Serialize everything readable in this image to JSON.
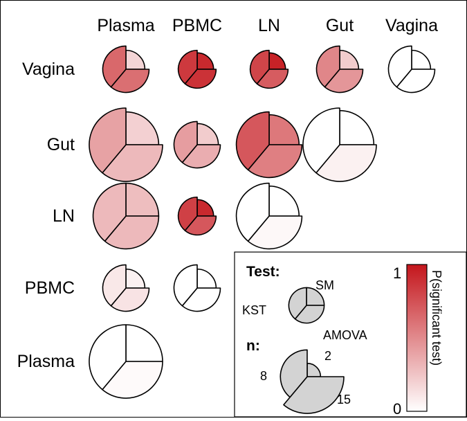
{
  "chart_data": {
    "type": "glyph-matrix",
    "title": "",
    "column_labels": [
      "Plasma",
      "PBMC",
      "LN",
      "Gut",
      "Vagina"
    ],
    "row_labels": [
      "Vagina",
      "Gut",
      "LN",
      "PBMC",
      "Plasma"
    ],
    "segments": [
      "SM",
      "AMOVA",
      "KST"
    ],
    "cells": [
      {
        "row": "Vagina",
        "col": "Plasma",
        "n": [
          4,
          6,
          6
        ],
        "p": [
          0.18,
          0.62,
          0.65
        ]
      },
      {
        "row": "Vagina",
        "col": "PBMC",
        "n": [
          3,
          4,
          4
        ],
        "p": [
          0.92,
          0.88,
          0.85
        ]
      },
      {
        "row": "Vagina",
        "col": "LN",
        "n": [
          3,
          4,
          4
        ],
        "p": [
          0.95,
          0.7,
          0.8
        ]
      },
      {
        "row": "Vagina",
        "col": "Gut",
        "n": [
          4,
          6,
          6
        ],
        "p": [
          0.22,
          0.45,
          0.52
        ]
      },
      {
        "row": "Vagina",
        "col": "Vagina",
        "n": [
          4,
          6,
          6
        ],
        "p": [
          0.0,
          0.0,
          0.0
        ]
      },
      {
        "row": "Gut",
        "col": "Plasma",
        "n": [
          12,
          15,
          15
        ],
        "p": [
          0.2,
          0.3,
          0.4
        ]
      },
      {
        "row": "Gut",
        "col": "PBMC",
        "n": [
          5,
          6,
          6
        ],
        "p": [
          0.22,
          0.35,
          0.42
        ]
      },
      {
        "row": "Gut",
        "col": "LN",
        "n": [
          10,
          12,
          12
        ],
        "p": [
          0.58,
          0.55,
          0.72
        ]
      },
      {
        "row": "Gut",
        "col": "Gut",
        "n": [
          13,
          15,
          15
        ],
        "p": [
          0.0,
          0.06,
          0.0
        ]
      },
      {
        "row": "LN",
        "col": "Plasma",
        "n": [
          12,
          12,
          12
        ],
        "p": [
          0.28,
          0.3,
          0.3
        ]
      },
      {
        "row": "LN",
        "col": "PBMC",
        "n": [
          3,
          4,
          4
        ],
        "p": [
          0.92,
          0.72,
          0.82
        ]
      },
      {
        "row": "LN",
        "col": "LN",
        "n": [
          10,
          12,
          12
        ],
        "p": [
          0.0,
          0.03,
          0.0
        ]
      },
      {
        "row": "PBMC",
        "col": "Plasma",
        "n": [
          4,
          6,
          6
        ],
        "p": [
          0.06,
          0.12,
          0.1
        ]
      },
      {
        "row": "PBMC",
        "col": "PBMC",
        "n": [
          4,
          6,
          6
        ],
        "p": [
          0.0,
          0.0,
          0.0
        ]
      },
      {
        "row": "Plasma",
        "col": "Plasma",
        "n": [
          15,
          15,
          15
        ],
        "p": [
          0.0,
          0.02,
          0.0
        ]
      }
    ],
    "legend": {
      "test_title": "Test:",
      "test_labels": {
        "SM": "SM",
        "KST": "KST",
        "AMOVA": "AMOVA"
      },
      "n_title": "n:",
      "n_values": [
        "2",
        "8",
        "15"
      ]
    },
    "colorbar": {
      "label": "P(significant test)",
      "min_label": "0",
      "max_label": "1",
      "min_color": "#ffffff",
      "max_color": "#c4161c"
    },
    "colors": {
      "legend_fill": "#d3d3d3",
      "stroke": "#000000"
    }
  }
}
